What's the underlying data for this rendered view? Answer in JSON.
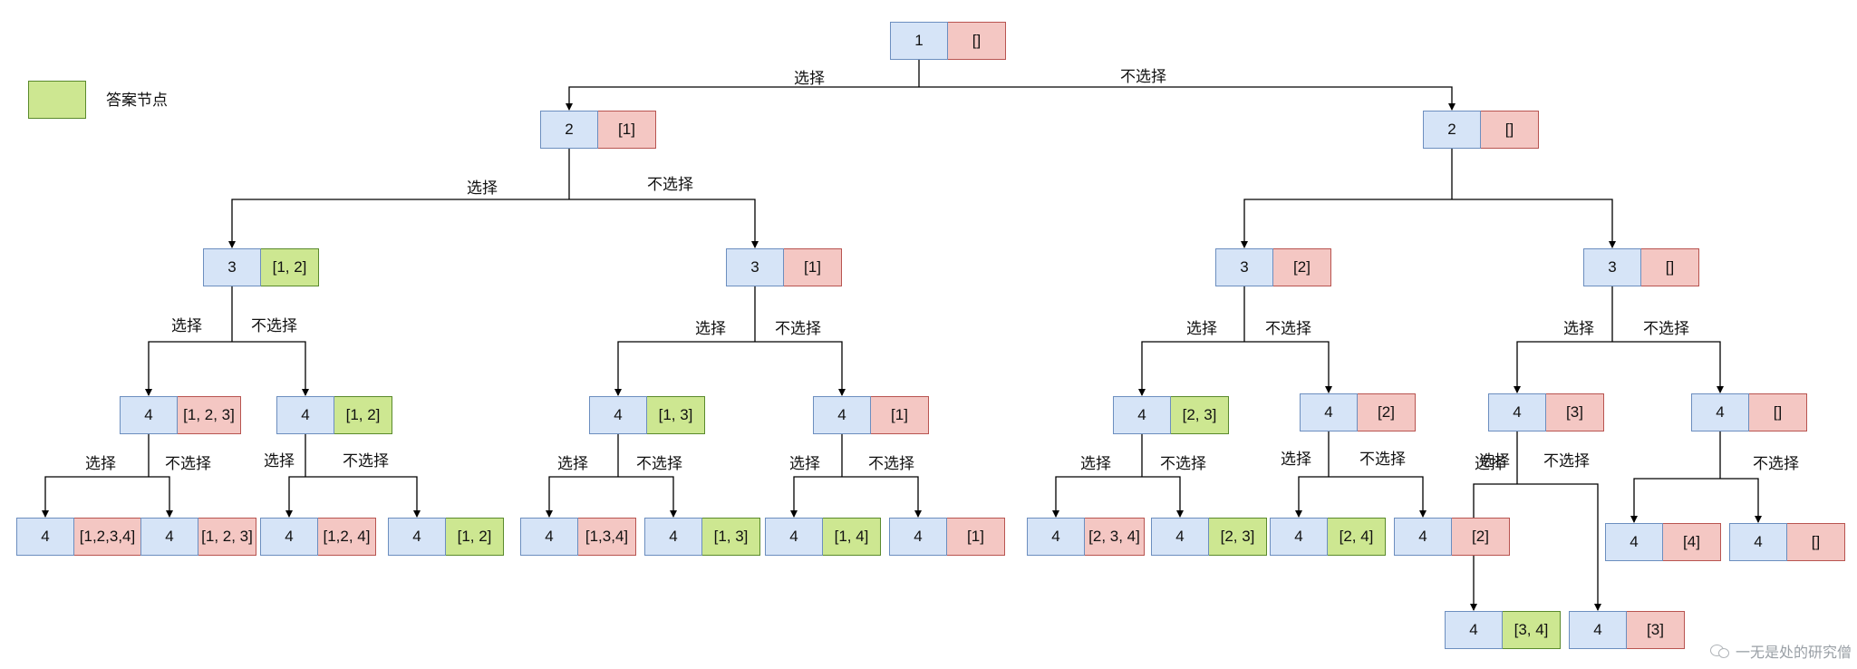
{
  "legend": {
    "label": "答案节点",
    "color": "#cde791"
  },
  "edge_labels": {
    "select": "选择",
    "not_select": "不选择"
  },
  "watermark": "一无是处的研究僧",
  "colors": {
    "number_cell": "#d6e4f7",
    "non_answer": "#f4c7c3",
    "answer": "#cde791",
    "edge": "#000000"
  },
  "nodes": [
    {
      "id": "n1",
      "num": "1",
      "set": "[]",
      "answer": false
    },
    {
      "id": "nL",
      "num": "2",
      "set": "[1]",
      "answer": false
    },
    {
      "id": "nR",
      "num": "2",
      "set": "[]",
      "answer": false
    },
    {
      "id": "nLL",
      "num": "3",
      "set": "[1, 2]",
      "answer": true
    },
    {
      "id": "nLR",
      "num": "3",
      "set": "[1]",
      "answer": false
    },
    {
      "id": "nRL",
      "num": "3",
      "set": "[2]",
      "answer": false
    },
    {
      "id": "nRR",
      "num": "3",
      "set": "[]",
      "answer": false
    },
    {
      "id": "a1",
      "num": "4",
      "set": "[1, 2, 3]",
      "answer": false
    },
    {
      "id": "a2",
      "num": "4",
      "set": "[1, 2]",
      "answer": true
    },
    {
      "id": "a3",
      "num": "4",
      "set": "[1, 3]",
      "answer": true
    },
    {
      "id": "a4",
      "num": "4",
      "set": "[1]",
      "answer": false
    },
    {
      "id": "a5",
      "num": "4",
      "set": "[2, 3]",
      "answer": true
    },
    {
      "id": "a6",
      "num": "4",
      "set": "[2]",
      "answer": false
    },
    {
      "id": "a7",
      "num": "4",
      "set": "[3]",
      "answer": false
    },
    {
      "id": "a8",
      "num": "4",
      "set": "[]",
      "answer": false
    },
    {
      "id": "b1",
      "num": "4",
      "set": "[1,2,3,4]",
      "answer": false
    },
    {
      "id": "b2",
      "num": "4",
      "set": "[1, 2, 3]",
      "answer": false
    },
    {
      "id": "b3",
      "num": "4",
      "set": "[1,2, 4]",
      "answer": false
    },
    {
      "id": "b4",
      "num": "4",
      "set": "[1, 2]",
      "answer": true
    },
    {
      "id": "b5",
      "num": "4",
      "set": "[1,3,4]",
      "answer": false
    },
    {
      "id": "b6",
      "num": "4",
      "set": "[1, 3]",
      "answer": true
    },
    {
      "id": "b7",
      "num": "4",
      "set": "[1, 4]",
      "answer": true
    },
    {
      "id": "b8",
      "num": "4",
      "set": "[1]",
      "answer": false
    },
    {
      "id": "b9",
      "num": "4",
      "set": "[2, 3, 4]",
      "answer": false
    },
    {
      "id": "b10",
      "num": "4",
      "set": "[2, 3]",
      "answer": true
    },
    {
      "id": "b11",
      "num": "4",
      "set": "[2, 4]",
      "answer": true
    },
    {
      "id": "b12",
      "num": "4",
      "set": "[2]",
      "answer": false
    },
    {
      "id": "b13",
      "num": "4",
      "set": "[4]",
      "answer": false
    },
    {
      "id": "b14",
      "num": "4",
      "set": "[]",
      "answer": false
    },
    {
      "id": "c1",
      "num": "4",
      "set": "[3, 4]",
      "answer": true
    },
    {
      "id": "c2",
      "num": "4",
      "set": "[3]",
      "answer": false
    }
  ]
}
